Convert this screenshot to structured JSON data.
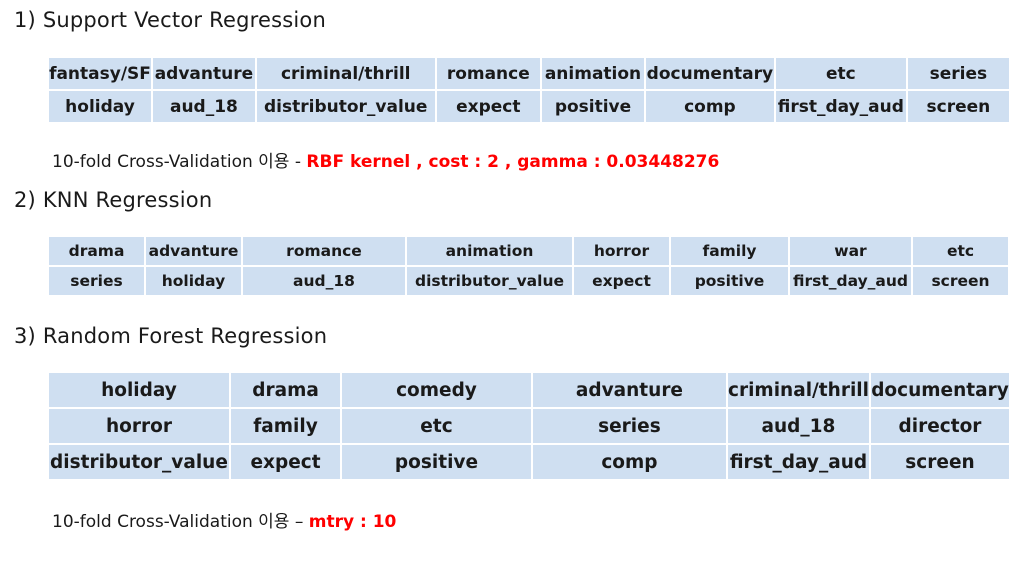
{
  "colors": {
    "cell_bg": "#cfdff1",
    "accent": "#ff0000"
  },
  "section1": {
    "title": "1) Support Vector Regression",
    "rows": [
      [
        "fantasy/SF",
        "advanture",
        "criminal/thrill",
        "romance",
        "animation",
        "documentary",
        "etc",
        "series"
      ],
      [
        "holiday",
        "aud_18",
        "distributor_value",
        "expect",
        "positive",
        "comp",
        "first_day_aud",
        "screen"
      ]
    ],
    "note_prefix": "10-fold Cross-Validation 이용 - ",
    "note_params": "RBF kernel , cost : 2 , gamma : 0.03448276"
  },
  "section2": {
    "title": "2) KNN Regression",
    "rows": [
      [
        "drama",
        "advanture",
        "romance",
        "animation",
        "horror",
        "family",
        "war",
        "etc"
      ],
      [
        "series",
        "holiday",
        "aud_18",
        "distributor_value",
        "expect",
        "positive",
        "first_day_aud",
        "screen"
      ]
    ]
  },
  "section3": {
    "title": "3) Random Forest Regression",
    "rows": [
      [
        "holiday",
        "drama",
        "comedy",
        "advanture",
        "criminal/thrill",
        "documentary"
      ],
      [
        "horror",
        "family",
        "etc",
        "series",
        "aud_18",
        "director"
      ],
      [
        "distributor_value",
        "expect",
        "positive",
        "comp",
        "first_day_aud",
        "screen"
      ]
    ],
    "note_prefix": "10-fold Cross-Validation 이용 – ",
    "note_params": "mtry : 10"
  }
}
